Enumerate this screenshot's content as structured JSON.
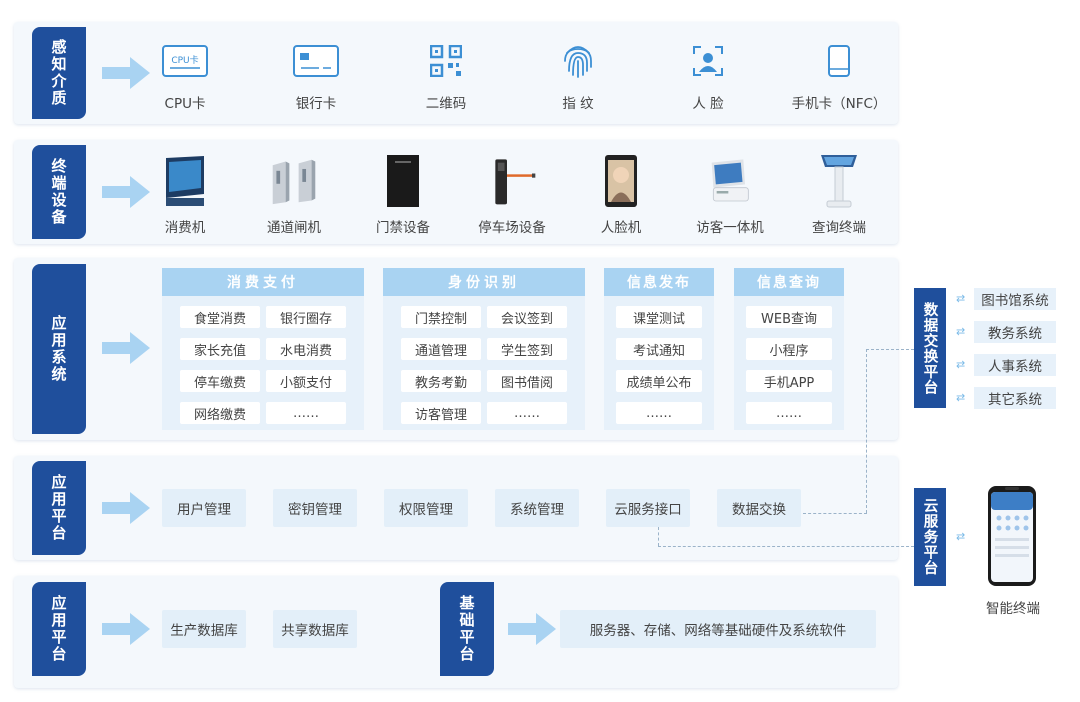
{
  "rows": {
    "sense": {
      "label": "感知介质",
      "items": [
        {
          "label": "CPU卡",
          "icon": "cpu-card-icon",
          "icon_text": "CPU卡"
        },
        {
          "label": "银行卡",
          "icon": "bank-card-icon"
        },
        {
          "label": "二维码",
          "icon": "qr-code-icon"
        },
        {
          "label": "指 纹",
          "icon": "fingerprint-icon"
        },
        {
          "label": "人 脸",
          "icon": "face-icon"
        },
        {
          "label": "手机卡（NFC）",
          "icon": "phone-card-icon"
        }
      ]
    },
    "terminal": {
      "label": "终端设备",
      "items": [
        {
          "label": "消费机",
          "icon": "pos-machine-icon"
        },
        {
          "label": "通道闸机",
          "icon": "turnstile-icon"
        },
        {
          "label": "门禁设备",
          "icon": "access-control-icon"
        },
        {
          "label": "停车场设备",
          "icon": "parking-device-icon"
        },
        {
          "label": "人脸机",
          "icon": "face-terminal-icon"
        },
        {
          "label": "访客一体机",
          "icon": "visitor-kiosk-icon"
        },
        {
          "label": "查询终端",
          "icon": "query-terminal-icon"
        }
      ]
    },
    "app_system": {
      "label": "应用系统",
      "groups": [
        {
          "title": "消费支付",
          "cells": [
            "食堂消费",
            "银行圈存",
            "家长充值",
            "水电消费",
            "停车缴费",
            "小额支付",
            "网络缴费",
            "……"
          ]
        },
        {
          "title": "身份识别",
          "cells": [
            "门禁控制",
            "会议签到",
            "通道管理",
            "学生签到",
            "教务考勤",
            "图书借阅",
            "访客管理",
            "……"
          ]
        },
        {
          "title": "信息发布",
          "cells": [
            "课堂测试",
            "考试通知",
            "成绩单公布",
            "……"
          ]
        },
        {
          "title": "信息查询",
          "cells": [
            "WEB查询",
            "小程序",
            "手机APP",
            "……"
          ]
        }
      ]
    },
    "app_platform": {
      "label": "应用平台",
      "items": [
        "用户管理",
        "密钥管理",
        "权限管理",
        "系统管理",
        "云服务接口",
        "数据交换"
      ]
    },
    "data_platform": {
      "label": "应用平台",
      "items": [
        "生产数据库",
        "共享数据库"
      ]
    },
    "base_platform": {
      "label": "基础平台",
      "text": "服务器、存储、网络等基础硬件及系统软件"
    }
  },
  "side": {
    "exchange": {
      "label": "数据交换平台",
      "items": [
        "图书馆系统",
        "教务系统",
        "人事系统",
        "其它系统"
      ]
    },
    "cloud": {
      "label": "云服务平台",
      "device_label": "智能终端"
    }
  },
  "colors": {
    "tab": "#1f4f9c",
    "arrow": "#a9d3f2",
    "group_head": "#a9d3f2",
    "panel": "#f4f8fc"
  }
}
